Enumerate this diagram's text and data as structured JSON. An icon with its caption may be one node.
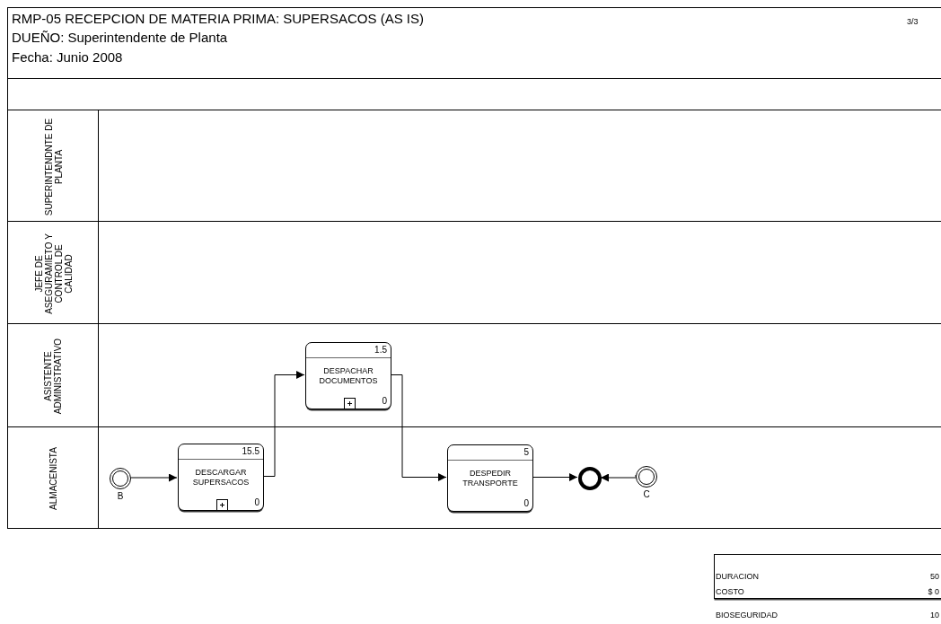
{
  "diagram": {
    "title": "RMP-05 RECEPCION DE MATERIA PRIMA: SUPERSACOS (AS IS)",
    "nodes": [
      {
        "text": [
          "SUPERINTENDNTE DE PLANTA"
        ]
      },
      {
        "text": [
          "JEFE DE ASEGURAMIETO Y CONTROL DE CALIDAD"
        ]
      },
      {
        "text": [
          "ASISTENTE ADMINISTRATIVO"
        ]
      },
      {
        "text": [
          "ALMACENISTA"
        ]
      },
      {
        "text": [],
        "shape": "circle",
        "beside": [
          "B"
        ],
        "in": 3
      },
      {
        "text": [
          "15.5",
          "DESCARGAR SUPERSACOS",
          "0"
        ],
        "in": 3
      },
      {
        "text": [
          "1.5",
          "DESPACHAR DOCUMENTOS",
          "0"
        ],
        "in": 2
      },
      {
        "text": [
          "5",
          "DESPEDIR TRANSPORTE",
          "0"
        ],
        "in": 3
      },
      {
        "text": [],
        "shape": "circle",
        "in": 3
      },
      {
        "text": [],
        "shape": "circle",
        "beside": [
          "C"
        ],
        "in": 3
      }
    ],
    "edges": [
      {
        "from": 4,
        "to": 5,
        "arrow": "to"
      },
      {
        "from": 5,
        "to": 6,
        "arrow": "to"
      },
      {
        "from": 6,
        "to": 7,
        "arrow": "to"
      },
      {
        "from": 7,
        "to": 8,
        "arrow": "to"
      },
      {
        "from": 9,
        "to": 8,
        "arrow": "to"
      }
    ],
    "labels": [
      "3/3",
      "DUEÑO: Superintendente de Planta",
      "Fecha: Junio 2008",
      "DURACION",
      "50",
      "COSTO",
      "$ 0",
      "BIOSEGURIDAD",
      "10"
    ]
  }
}
